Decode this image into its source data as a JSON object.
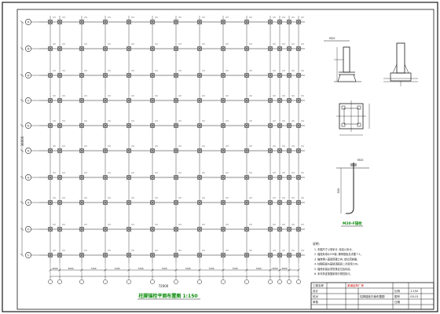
{
  "drawing": {
    "plan": {
      "row_labels": [
        "⑩",
        "⑨",
        "⑧",
        "⑦",
        "⑥",
        "⑤",
        "④",
        "③",
        "②",
        "①"
      ],
      "column_count": 12,
      "dimension_labels": [
        "3000",
        "3000",
        "7200",
        "7200",
        "7200",
        "7200",
        "7200",
        "7200",
        "7200",
        "7200",
        "3000",
        "3000"
      ],
      "overall_dimension": "72000",
      "side_dimension": "36000",
      "title": "柱脚锚栓平面布置图 1:150"
    },
    "details": {
      "anchor_plate_label": "M20",
      "embed_label": "M20",
      "embed_depth": "500",
      "embed_title": "M20-F锚栓"
    },
    "notes": {
      "heading": "说明:",
      "lines": [
        "1. 本图尺寸以毫米计, 标高以米计。",
        "2. 锚栓采用Q235钢, 螺母垫板见详图 T-1。",
        "3. 锚栓埋入基础混凝土内, 定位须准确。",
        "4. 柱脚底板与基础顶面间二次灌浆C40。",
        "5. 锚栓安装后须复核定位及标高。",
        "6. 未尽事宜按国家现行规范执行。"
      ]
    },
    "title_block": {
      "project_label": "工程名称",
      "project": "某钢结构厂房",
      "design_label": "设计",
      "check_label": "校对",
      "approve_label": "审核",
      "drawing_name": "柱脚锚栓平面布置图",
      "scale_label": "比例",
      "scale": "1:150",
      "drawing_no_label": "图号",
      "drawing_no": "GS-01",
      "date_label": "日期"
    }
  }
}
